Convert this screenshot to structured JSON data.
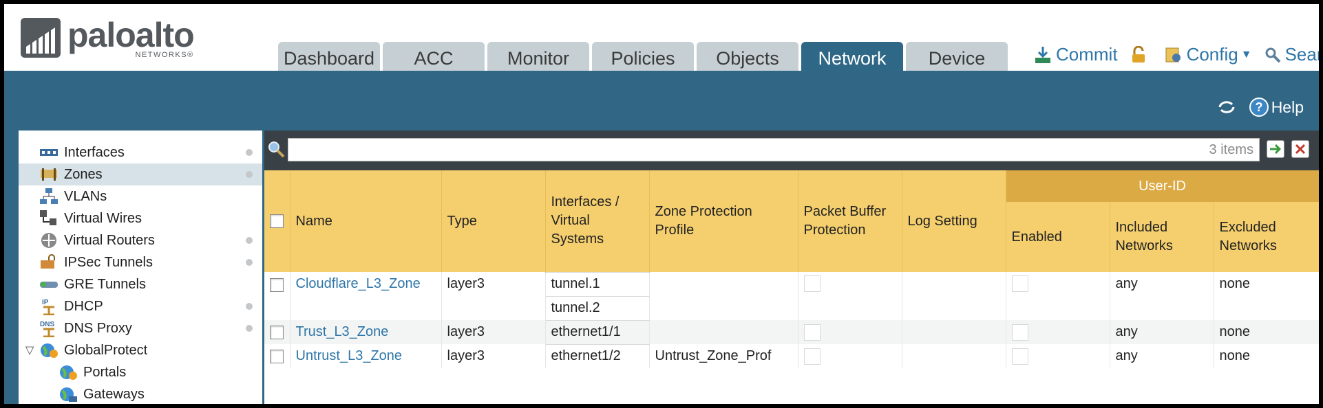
{
  "brand": {
    "wordmark": "paloalto",
    "sub": "NETWORKS®"
  },
  "tabs": [
    {
      "label": "Dashboard",
      "active": false
    },
    {
      "label": "ACC",
      "active": false
    },
    {
      "label": "Monitor",
      "active": false
    },
    {
      "label": "Policies",
      "active": false
    },
    {
      "label": "Objects",
      "active": false
    },
    {
      "label": "Network",
      "active": true
    },
    {
      "label": "Device",
      "active": false
    }
  ],
  "header_actions": {
    "commit": "Commit",
    "config": "Config",
    "search": "Search"
  },
  "band_tools": {
    "help": "Help"
  },
  "sidebar": {
    "items": [
      {
        "label": "Interfaces",
        "icon": "interfaces-icon"
      },
      {
        "label": "Zones",
        "icon": "zones-icon"
      },
      {
        "label": "VLANs",
        "icon": "vlans-icon"
      },
      {
        "label": "Virtual Wires",
        "icon": "virtual-wires-icon"
      },
      {
        "label": "Virtual Routers",
        "icon": "virtual-routers-icon"
      },
      {
        "label": "IPSec Tunnels",
        "icon": "ipsec-tunnels-icon"
      },
      {
        "label": "GRE Tunnels",
        "icon": "gre-tunnels-icon"
      },
      {
        "label": "DHCP",
        "icon": "dhcp-icon"
      },
      {
        "label": "DNS Proxy",
        "icon": "dns-proxy-icon"
      },
      {
        "label": "GlobalProtect",
        "icon": "globalprotect-icon"
      },
      {
        "label": "Portals",
        "icon": "portals-icon"
      },
      {
        "label": "Gateways",
        "icon": "gateways-icon"
      }
    ]
  },
  "search": {
    "count": "3 items"
  },
  "table": {
    "group_header": "User-ID",
    "columns": {
      "name": "Name",
      "type": "Type",
      "interfaces_1": "Interfaces /",
      "interfaces_2": "Virtual",
      "interfaces_3": "Systems",
      "zpp_1": "Zone Protection",
      "zpp_2": "Profile",
      "pbp_1": "Packet Buffer",
      "pbp_2": "Protection",
      "log": "Log Setting",
      "enabled": "Enabled",
      "inc_1": "Included",
      "inc_2": "Networks",
      "exc_1": "Excluded",
      "exc_2": "Networks"
    },
    "rows": [
      {
        "name": "Cloudflare_L3_Zone",
        "type": "layer3",
        "interfaces": [
          "tunnel.1",
          "tunnel.2"
        ],
        "zpp": "",
        "log": "",
        "included": "any",
        "excluded": "none"
      },
      {
        "name": "Trust_L3_Zone",
        "type": "layer3",
        "interfaces": [
          "ethernet1/1"
        ],
        "zpp": "",
        "log": "",
        "included": "any",
        "excluded": "none"
      },
      {
        "name": "Untrust_L3_Zone",
        "type": "layer3",
        "interfaces": [
          "ethernet1/2"
        ],
        "zpp": "Untrust_Zone_Prof",
        "log": "",
        "included": "any",
        "excluded": "none"
      }
    ]
  }
}
